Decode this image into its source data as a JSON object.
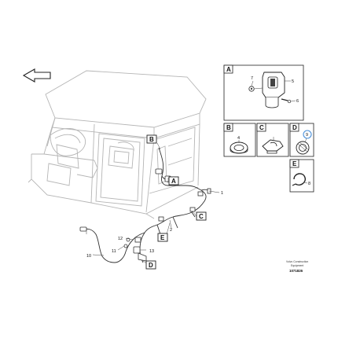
{
  "diagram": {
    "callouts": {
      "a": "A",
      "b": "B",
      "c": "C",
      "d": "D",
      "e": "E"
    },
    "part_numbers": {
      "p1": "1",
      "p2": "2",
      "p4": "4",
      "p5": "5",
      "p6": "6",
      "p7": "7",
      "p8": "8",
      "p9": "9",
      "p10": "10",
      "p11": "11",
      "p12": "12",
      "p13": "13"
    },
    "panels": {
      "a": "A",
      "b": "B",
      "c": "C",
      "d": "D",
      "e": "E"
    },
    "reference": {
      "line1": "Volvo Construction",
      "line2": "Equipment",
      "code": "1071826"
    }
  }
}
